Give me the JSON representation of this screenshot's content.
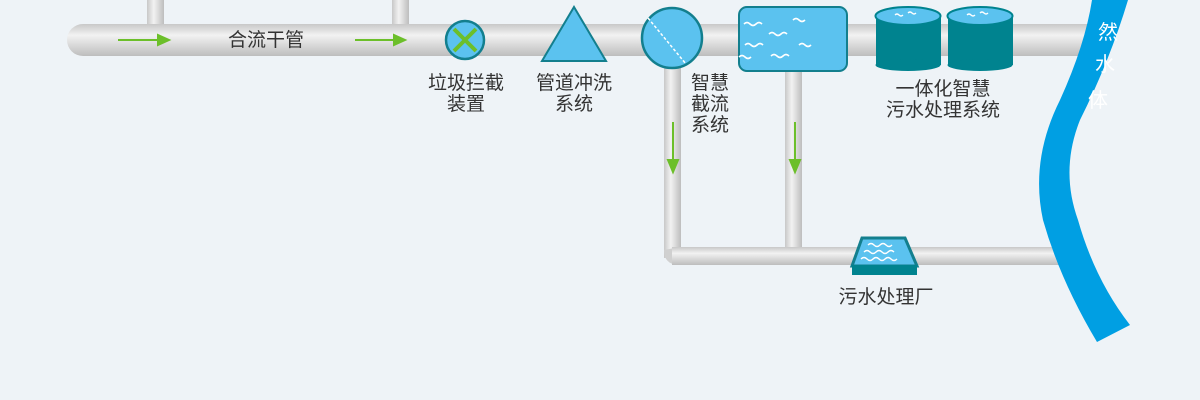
{
  "colors": {
    "background": "#eef3f7",
    "pipe": "#d4d4d4",
    "arrow": "#6cbf2a",
    "device_fill": "#5bc2ef",
    "device_stroke": "#137f8e",
    "tank": "#00838f",
    "river": "#009fe3"
  },
  "main_pipe": {
    "label": "合流干管"
  },
  "devices": [
    {
      "name": "垃圾拦截装置",
      "line1": "垃圾拦截",
      "line2": "装置",
      "icon": "x-circle-icon"
    },
    {
      "name": "管道冲洗系统",
      "line1": "管道冲洗",
      "line2": "系统",
      "icon": "triangle-icon"
    },
    {
      "name": "智慧截流系统",
      "line1": "智慧",
      "line2": "截流",
      "line3": "系统",
      "icon": "split-circle-icon"
    },
    {
      "name": "一体化智慧污水处理系统",
      "line1": "一体化智慧",
      "line2": "污水处理系统",
      "icon": "tanks-icon"
    },
    {
      "name": "污水处理厂",
      "line1": "污水处理厂",
      "icon": "treatment-basin-icon"
    }
  ],
  "river": {
    "chars": [
      "然",
      "水",
      "体"
    ]
  }
}
